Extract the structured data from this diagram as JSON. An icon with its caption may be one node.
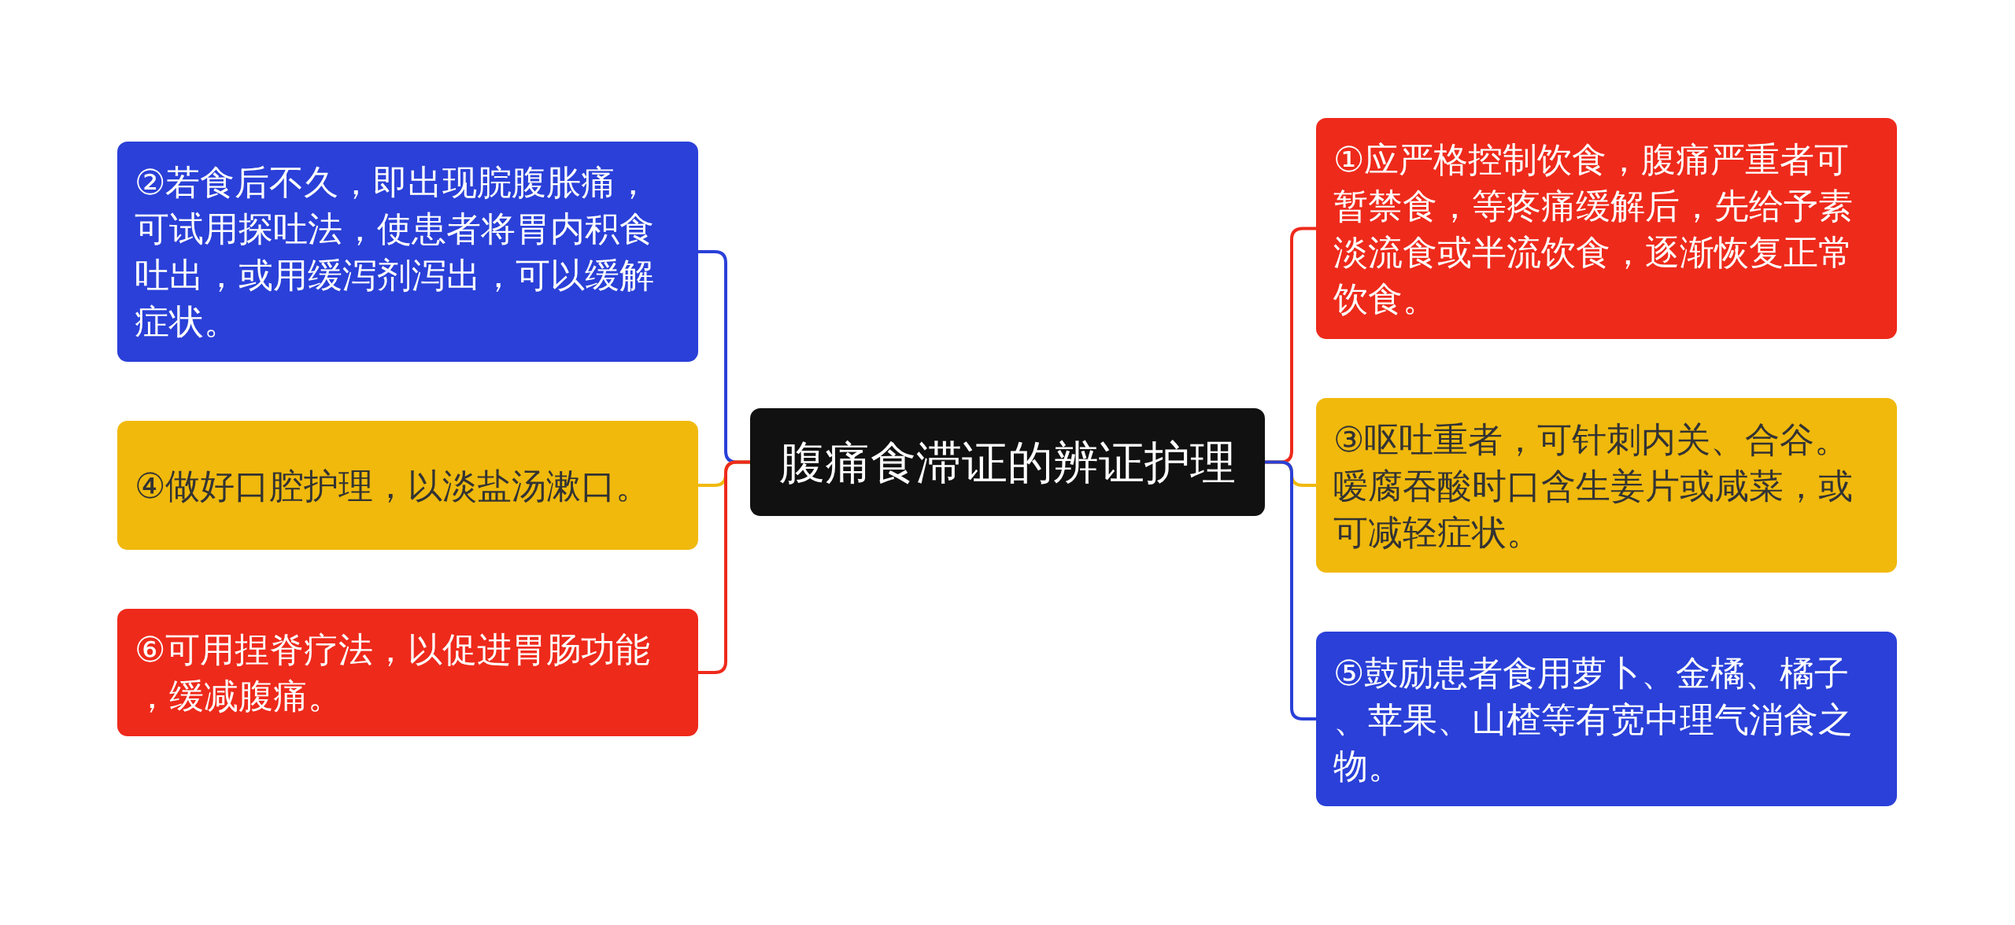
{
  "diagram": {
    "nodes": [
      {
        "text": [
          "腹痛食滞证的辨证护理"
        ]
      },
      {
        "text": [
          "②若食后不久，即出现脘腹胀痛，可试用探吐法，使患者将胃内积食吐出，或用缓泻剂泻出，可以缓解症状。"
        ]
      },
      {
        "text": [
          "④做好口腔护理，以淡盐汤漱口。"
        ]
      },
      {
        "text": [
          "⑥可用捏脊疗法，以促进胃肠功能，缓减腹痛。"
        ]
      },
      {
        "text": [
          "①应严格控制饮食，腹痛严重者可暂禁食，等疼痛缓解后，先给予素淡流食或半流饮食，逐渐恢复正常饮食。"
        ]
      },
      {
        "text": [
          "③呕吐重者，可针刺内关、合谷。嗳腐吞酸时口含生姜片或咸菜，或可减轻症状。"
        ]
      },
      {
        "text": [
          "⑤鼓励患者食用萝卜、金橘、橘子、苹果、山楂等有宽中理气消食之物。"
        ]
      }
    ],
    "edges": [
      {
        "from": 0,
        "to": 1,
        "arrow": "none",
        "color": "#2a40d8"
      },
      {
        "from": 0,
        "to": 2,
        "arrow": "none",
        "color": "#f0b90c"
      },
      {
        "from": 0,
        "to": 3,
        "arrow": "none",
        "color": "#ee2a1b"
      },
      {
        "from": 0,
        "to": 4,
        "arrow": "none",
        "color": "#ee2a1b"
      },
      {
        "from": 0,
        "to": 5,
        "arrow": "none",
        "color": "#f0b90c"
      },
      {
        "from": 0,
        "to": 6,
        "arrow": "none",
        "color": "#2a40d8"
      }
    ]
  }
}
